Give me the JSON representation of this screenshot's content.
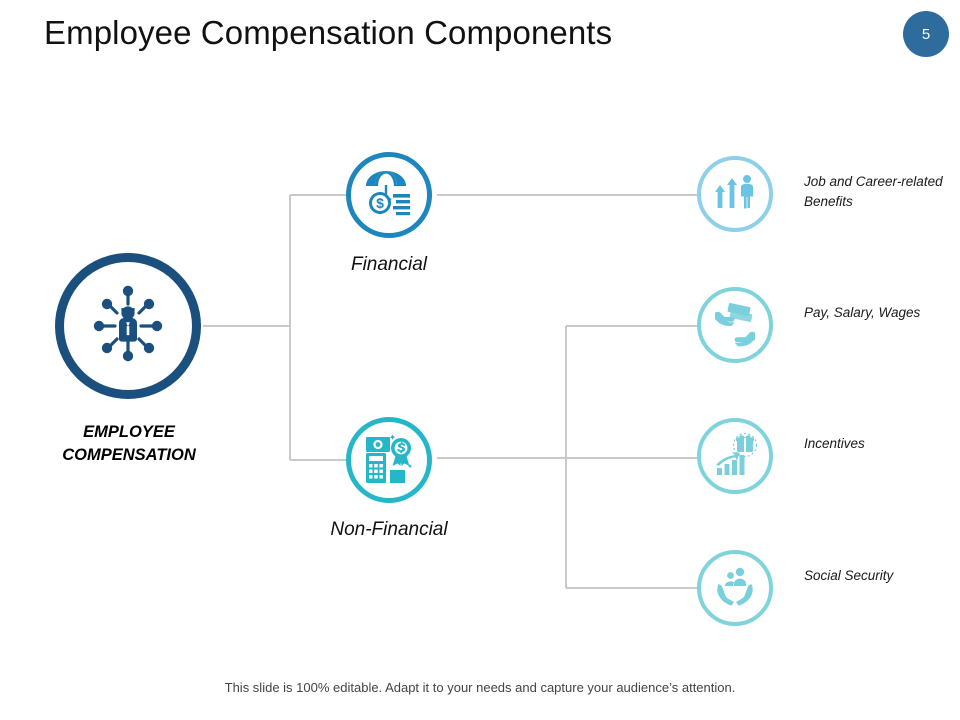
{
  "slide": {
    "title": "Employee Compensation Components",
    "page_number": "5",
    "footer_note": "This slide is 100% editable. Adapt it to your needs and capture your audience’s attention."
  },
  "colors": {
    "badge": "#2E6C9E",
    "root_ring": "#1A4F7E",
    "financial_ring": "#1C86BD",
    "nonfinancial_ring": "#25B7C9",
    "leaf_ring_1": "#8DD0E8",
    "leaf_ring_rest": "#7FD4DC",
    "connector_line": "#C9C9C9",
    "label_text": "#111111"
  },
  "diagram": {
    "type": "hierarchy-tree",
    "root": {
      "label": "EMPLOYEE COMPENSATION",
      "icon": "network-person-icon"
    },
    "branches": [
      {
        "label": "Financial",
        "icon": "umbrella-dollar-icon"
      },
      {
        "label": "Non-Financial",
        "icon": "calculator-award-icon"
      }
    ],
    "leaves": [
      {
        "label": "Job and Career-related Benefits",
        "icon": "growth-arrows-person-icon",
        "parent": "Financial"
      },
      {
        "label": "Pay, Salary, Wages",
        "icon": "hand-money-exchange-icon",
        "parent": "Non-Financial"
      },
      {
        "label": "Incentives",
        "icon": "bar-chart-gift-icon",
        "parent": "Non-Financial"
      },
      {
        "label": "Social Security",
        "icon": "hands-holding-people-icon",
        "parent": "Non-Financial"
      }
    ]
  }
}
